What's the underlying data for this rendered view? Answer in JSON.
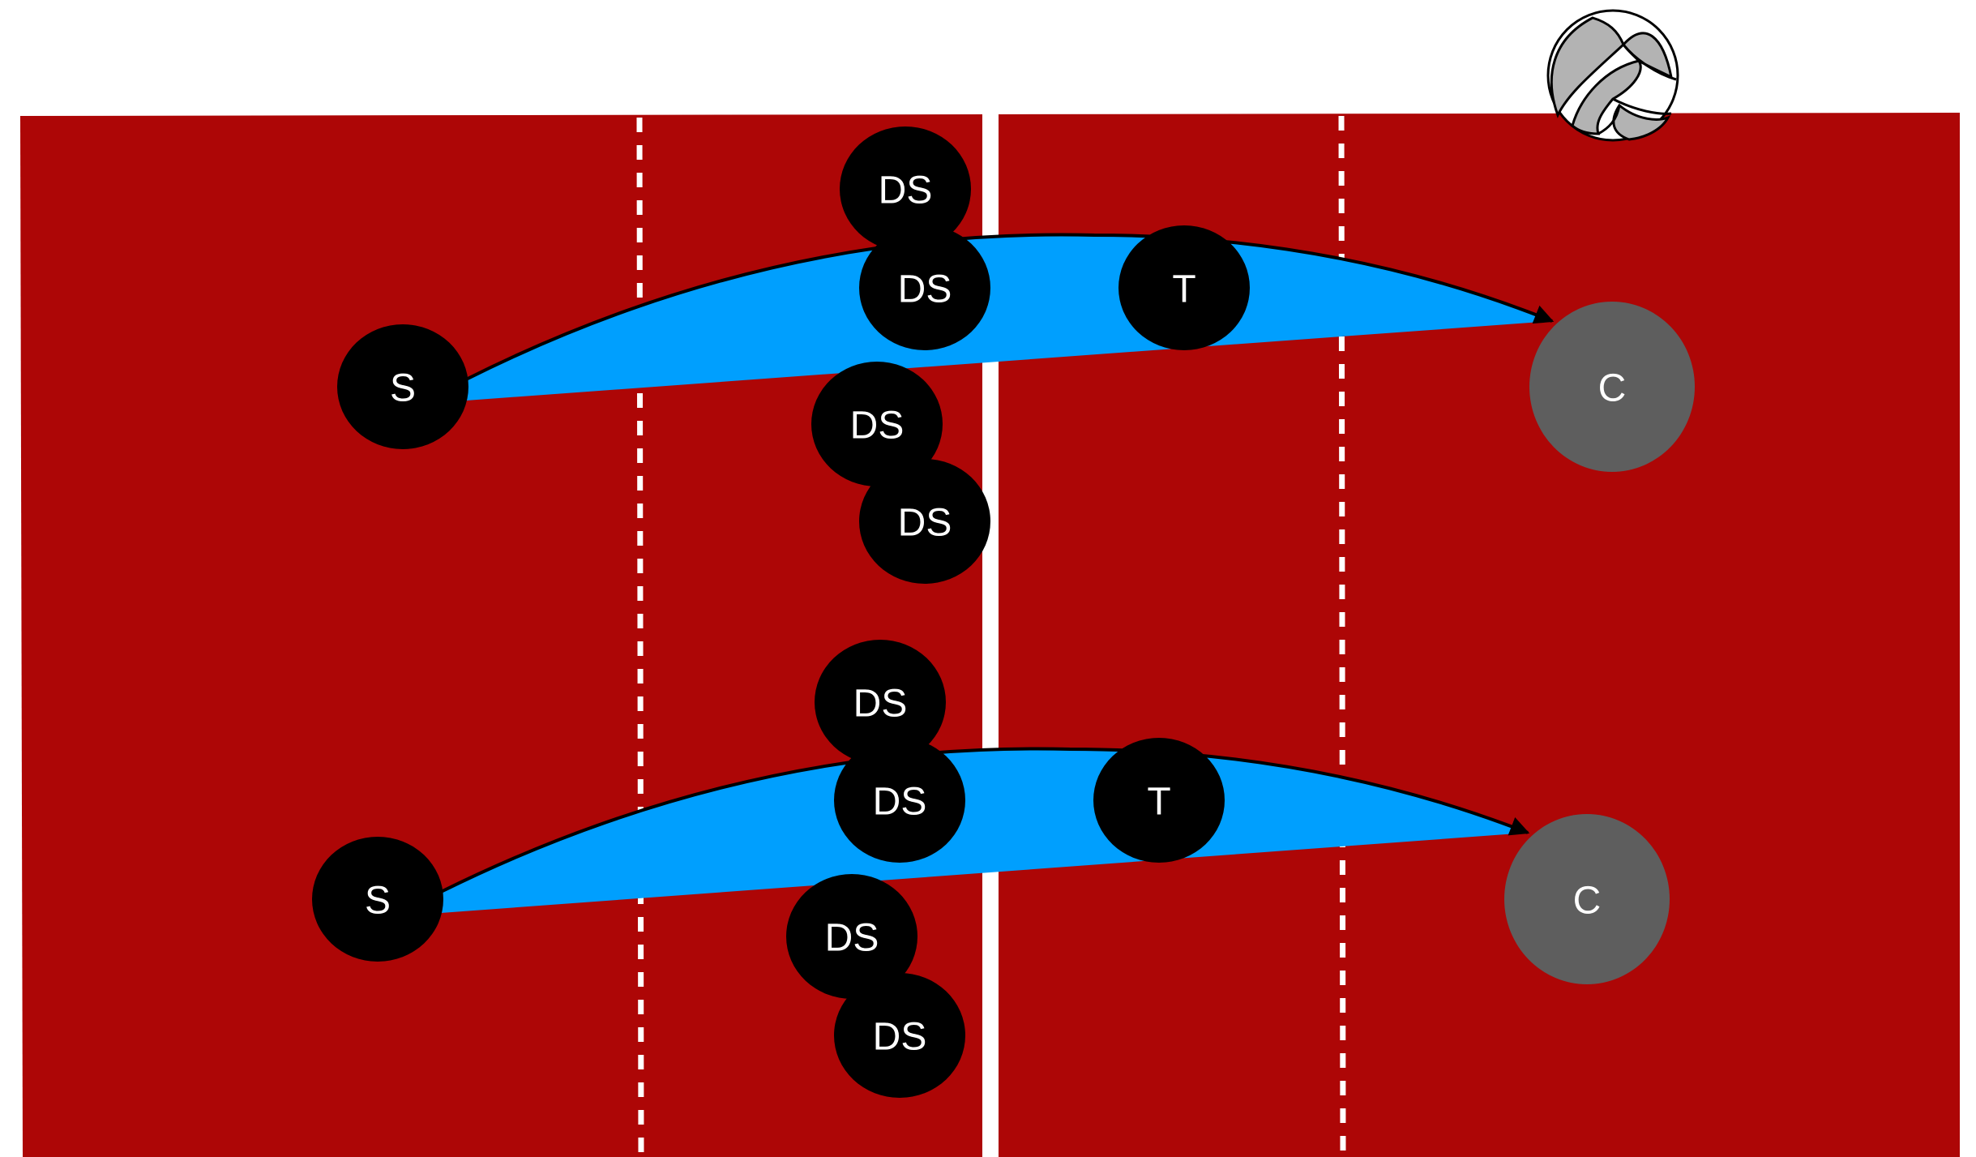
{
  "colors": {
    "court": "#ad0606",
    "line": "#ffffff",
    "player_fill": "#000000",
    "target_fill": "#5e5e5e",
    "trajectory_fill": "#009ffe",
    "trajectory_stroke": "#000000",
    "ball_gray": "#b3b3b3"
  },
  "icons": {
    "ball": "volleyball-icon"
  },
  "players": {
    "upper": {
      "setter": "S",
      "blockers": [
        "DS",
        "DS",
        "DS",
        "DS"
      ],
      "tipper": "T",
      "target": "C"
    },
    "lower": {
      "setter": "S",
      "blockers": [
        "DS",
        "DS",
        "DS",
        "DS"
      ],
      "tipper": "T",
      "target": "C"
    }
  }
}
